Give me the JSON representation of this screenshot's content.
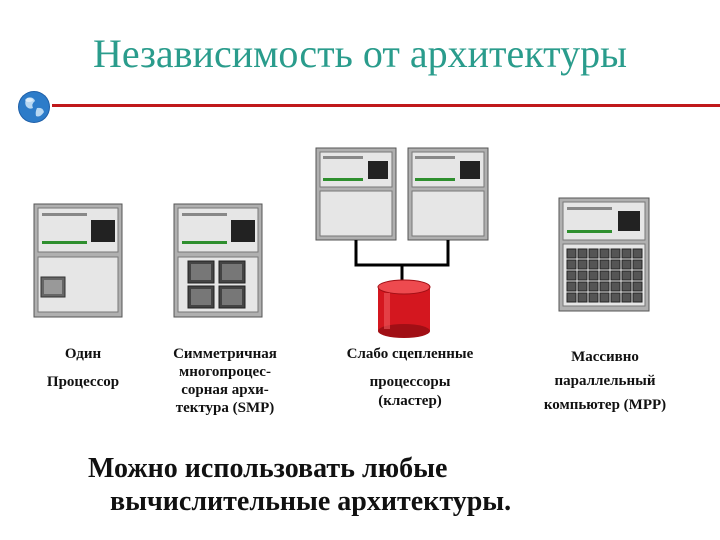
{
  "slide": {
    "title": "Независимость от архитектуры",
    "colors": {
      "title": "#2a9c8c",
      "rule": "#c0181b",
      "disk": "#d4171f"
    },
    "architectures": [
      {
        "label_lines": [
          "Один",
          "Процессор"
        ]
      },
      {
        "label_lines": [
          "Симметричная",
          "многопроцес-",
          "сорная архи-",
          "тектура (SMP)"
        ]
      },
      {
        "label_lines": [
          "Слабо сцепленные",
          "процессоры",
          "(кластер)"
        ]
      },
      {
        "label_lines": [
          "Массивно",
          "параллельный",
          "компьютер (MPP)"
        ]
      }
    ],
    "footer_lines": [
      "Можно использовать любые",
      "вычислительные архитектуры."
    ],
    "icons": [
      "globe-icon",
      "single-cpu-server-icon",
      "smp-server-icon",
      "cluster-node-icon",
      "shared-disk-icon",
      "mpp-server-icon"
    ]
  }
}
